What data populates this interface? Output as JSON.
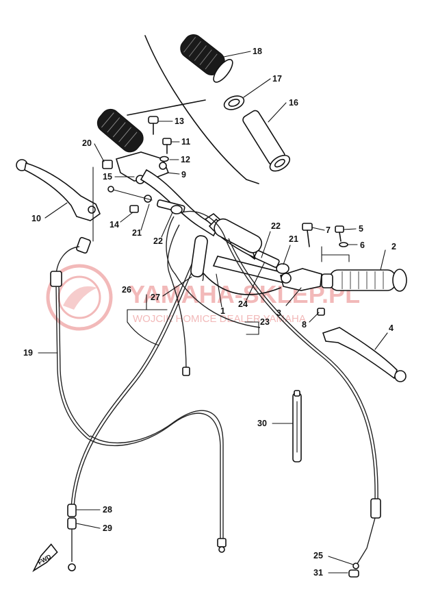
{
  "watermark": {
    "main_text": "YAMAHA-SKLEP.PL",
    "sub_text": "WOJCIK HOMICE DEALER YAMAHA",
    "color": "#f2b9b9"
  },
  "direction_marker": {
    "label": "FWD"
  },
  "callouts": [
    {
      "id": "c1",
      "label": "1"
    },
    {
      "id": "c2",
      "label": "2"
    },
    {
      "id": "c3",
      "label": "3"
    },
    {
      "id": "c4",
      "label": "4"
    },
    {
      "id": "c5",
      "label": "5"
    },
    {
      "id": "c6",
      "label": "6"
    },
    {
      "id": "c7",
      "label": "7"
    },
    {
      "id": "c8",
      "label": "8"
    },
    {
      "id": "c9",
      "label": "9"
    },
    {
      "id": "c10",
      "label": "10"
    },
    {
      "id": "c11",
      "label": "11"
    },
    {
      "id": "c12",
      "label": "12"
    },
    {
      "id": "c13",
      "label": "13"
    },
    {
      "id": "c14",
      "label": "14"
    },
    {
      "id": "c15",
      "label": "15"
    },
    {
      "id": "c16",
      "label": "16"
    },
    {
      "id": "c17",
      "label": "17"
    },
    {
      "id": "c18",
      "label": "18"
    },
    {
      "id": "c19",
      "label": "19"
    },
    {
      "id": "c20",
      "label": "20"
    },
    {
      "id": "c21a",
      "label": "21"
    },
    {
      "id": "c21b",
      "label": "21"
    },
    {
      "id": "c22a",
      "label": "22"
    },
    {
      "id": "c22b",
      "label": "22"
    },
    {
      "id": "c23",
      "label": "23"
    },
    {
      "id": "c24",
      "label": "24"
    },
    {
      "id": "c25",
      "label": "25"
    },
    {
      "id": "c26",
      "label": "26"
    },
    {
      "id": "c27",
      "label": "27"
    },
    {
      "id": "c28",
      "label": "28"
    },
    {
      "id": "c29",
      "label": "29"
    },
    {
      "id": "c30",
      "label": "30"
    },
    {
      "id": "c31",
      "label": "31"
    }
  ]
}
